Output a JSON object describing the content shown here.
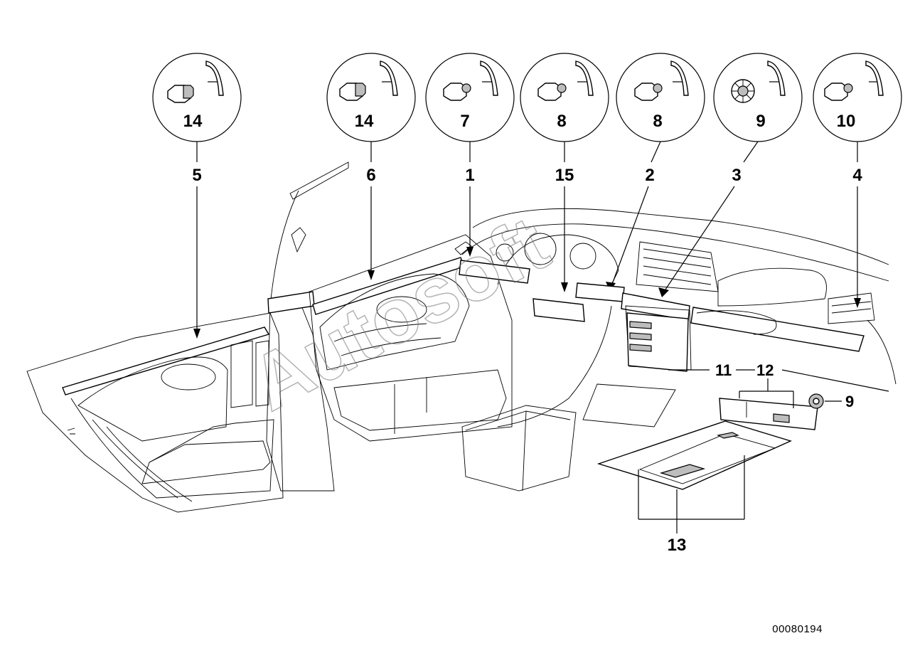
{
  "detail_circles": [
    {
      "id": "c1",
      "label": "14"
    },
    {
      "id": "c2",
      "label": "14"
    },
    {
      "id": "c3",
      "label": "7"
    },
    {
      "id": "c4",
      "label": "8"
    },
    {
      "id": "c5",
      "label": "8"
    },
    {
      "id": "c6",
      "label": "9"
    },
    {
      "id": "c7",
      "label": "10"
    }
  ],
  "callouts": {
    "n5": "5",
    "n6": "6",
    "n1": "1",
    "n15": "15",
    "n2": "2",
    "n3": "3",
    "n4": "4",
    "n11": "11",
    "n12": "12",
    "n9": "9",
    "n13": "13"
  },
  "reference_number": "00080194",
  "watermark": "Autosoft",
  "colors": {
    "line": "#000000",
    "background": "#ffffff",
    "fill_dark": "#bdbdbd"
  }
}
